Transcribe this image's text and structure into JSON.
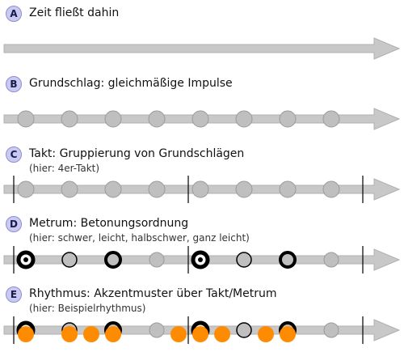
{
  "sections": [
    {
      "badge": "A",
      "title": "Zeit fließt dahin",
      "subtitle": ""
    },
    {
      "badge": "B",
      "title": "Grundschlag: gleichmäßige Impulse",
      "subtitle": ""
    },
    {
      "badge": "C",
      "title": "Takt: Gruppierung von Grundschlägen",
      "subtitle": "(hier: 4er-Takt)"
    },
    {
      "badge": "D",
      "title": "Metrum: Betonungsordnung",
      "subtitle": "(hier: schwer, leicht, halbschwer, ganz leicht)"
    },
    {
      "badge": "E",
      "title": "Rhythmus: Akzentmuster über Takt/Metrum",
      "subtitle": "(hier: Beispielrhythmus)"
    }
  ],
  "diagram": {
    "beats_per_measure": 4,
    "beat_count": 8,
    "accent_pattern": [
      "schwer",
      "leicht",
      "halbschwer",
      "ganz leicht"
    ],
    "rhythm_onsets": [
      0,
      1,
      1.5,
      2,
      3.5,
      4,
      4.5,
      5.5,
      6
    ],
    "colors": {
      "arrow": "#c8c8c8",
      "arrow_outline": "#b0b0b0",
      "beat_fill": "#bfbfbf",
      "beat_stroke": "#9a9a9a",
      "accent_stroke": "#000000",
      "rhythm_fill": "#ff8c00",
      "badge_fill": "#c9c9f2",
      "barline": "#000000"
    }
  }
}
